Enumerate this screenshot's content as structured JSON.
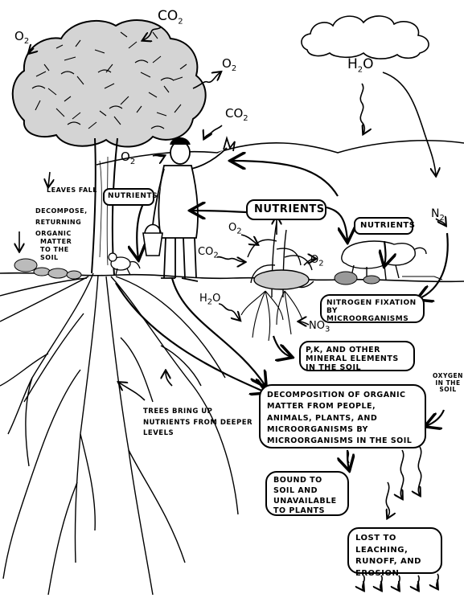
{
  "colors": {
    "ink": "#000000",
    "paper": "#ffffff"
  },
  "gases": {
    "o2_topleft": "O2",
    "co2_top": "CO2",
    "o2_tree_right": "O2",
    "co2_person": "CO2",
    "o2_person_left": "O2",
    "h2o_cloud": "H2O",
    "o2_plants": "O2",
    "co2_plants": "CO2",
    "o2_plants_right": "O2",
    "n2_right": "N2",
    "h2o_roots": "H2O",
    "no3": "NO3"
  },
  "labels": {
    "leaves_fall": "Leaves fall",
    "decompose": "Decompose,",
    "returning": "returning",
    "organic": "organic",
    "matter": "matter",
    "to_the": "to the",
    "soil": "soil",
    "nutrients_left": "NUTRIENTS",
    "nutrients_center": "NUTRIENTS",
    "nutrients_right": "NUTRIENTS",
    "nitrogen_fixation": "NITROGEN FIXATION BY MICROORGANISMS",
    "pk_minerals": "P,K, AND OTHER MINERAL ELEMENTS IN THE SOIL",
    "oxygen_soil": "OXYGEN IN THE SOIL",
    "decomposition": "DECOMPOSITION OF ORGANIC MATTER FROM PEOPLE, ANIMALS, PLANTS, AND MICROORGANISMS BY MICROORGANISMS IN THE SOIL",
    "trees_bring": "TREES BRING UP NUTRIENTS FROM DEEPER LEVELS",
    "bound_soil": "BOUND TO SOIL AND UNAVAILABLE TO PLANTS",
    "lost_leaching": "LOST TO LEACHING, RUNOFF, AND EROSION"
  }
}
